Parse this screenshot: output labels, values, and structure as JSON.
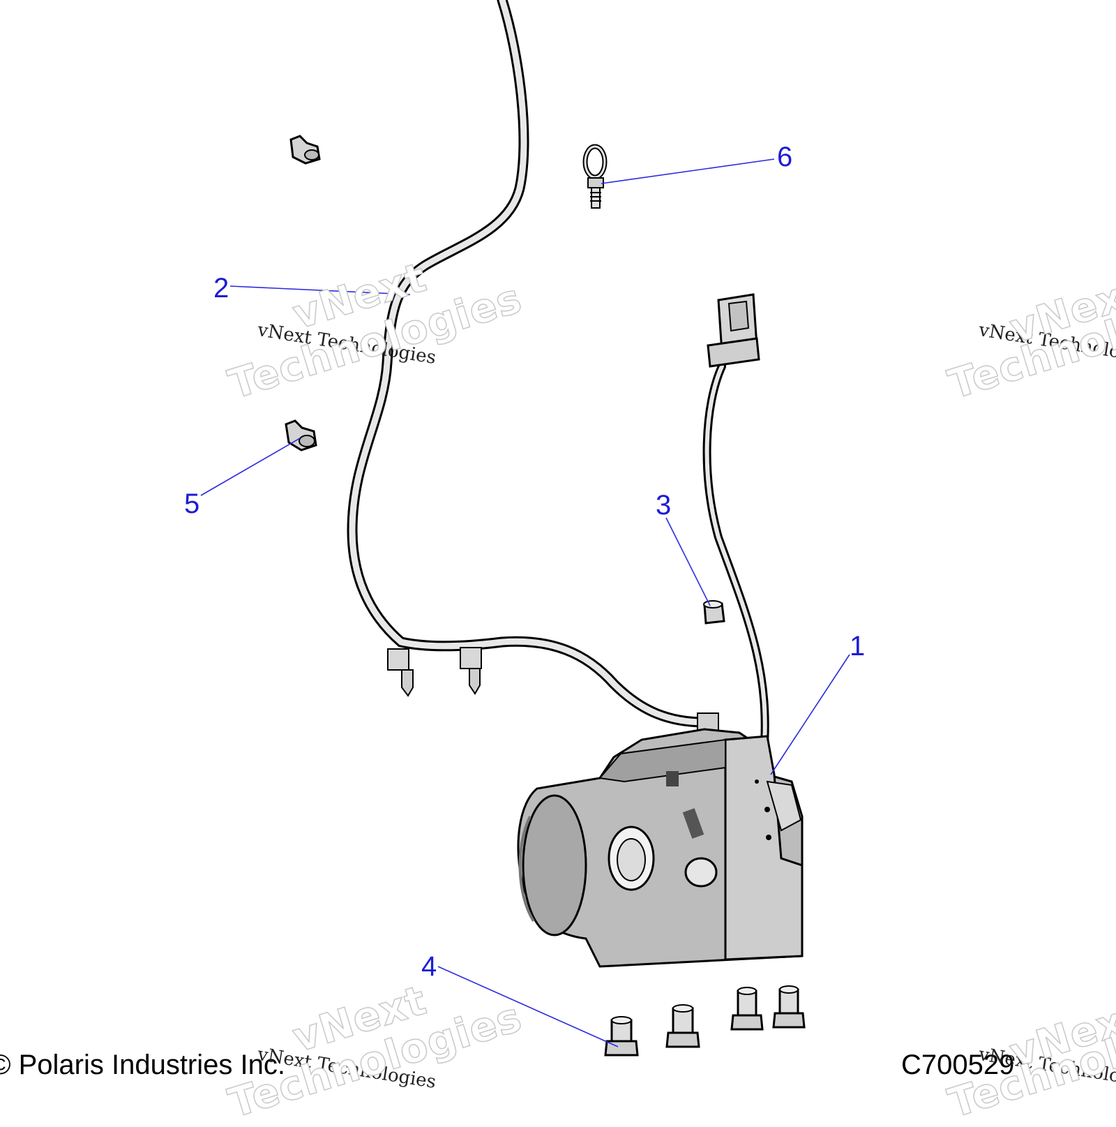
{
  "callouts": [
    {
      "id": "1",
      "label": "1"
    },
    {
      "id": "2",
      "label": "2"
    },
    {
      "id": "3",
      "label": "3"
    },
    {
      "id": "4",
      "label": "4"
    },
    {
      "id": "5",
      "label": "5"
    },
    {
      "id": "6",
      "label": "6"
    }
  ],
  "footer": {
    "copyright": "© Polaris Industries Inc.",
    "drawing_number": "C700529"
  },
  "watermark": {
    "line": "vNext Technologies",
    "big_top": "vNext",
    "big_bottom": "Technologies"
  },
  "colors": {
    "callout": "#1c1cd6",
    "leader": "#2a2ae0",
    "part_fill": "#bdbdbd",
    "part_stroke": "#000000"
  }
}
